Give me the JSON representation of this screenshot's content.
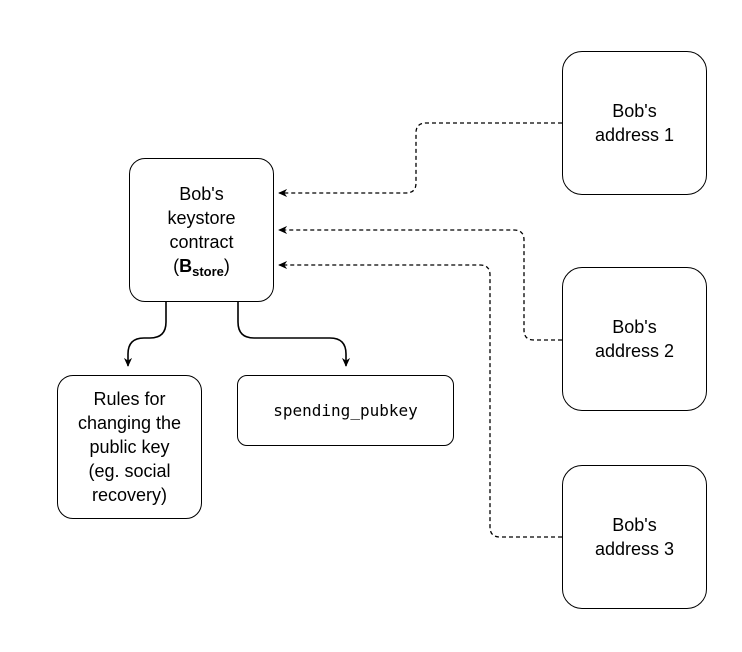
{
  "keystore": {
    "line1": "Bob's",
    "line2": "keystore",
    "line3": "contract",
    "open_paren": "(",
    "symbol": "B",
    "subscript": "store",
    "close_paren": ")"
  },
  "rules": {
    "line1": "Rules for",
    "line2": "changing the",
    "line3": "public key",
    "line4": "(eg. social",
    "line5": "recovery)"
  },
  "pubkey": {
    "label": "spending_pubkey"
  },
  "addresses": [
    {
      "line1": "Bob's",
      "line2": "address 1"
    },
    {
      "line1": "Bob's",
      "line2": "address 2"
    },
    {
      "line1": "Bob's",
      "line2": "address 3"
    }
  ],
  "colors": {
    "stroke": "#000000",
    "background": "#ffffff"
  }
}
